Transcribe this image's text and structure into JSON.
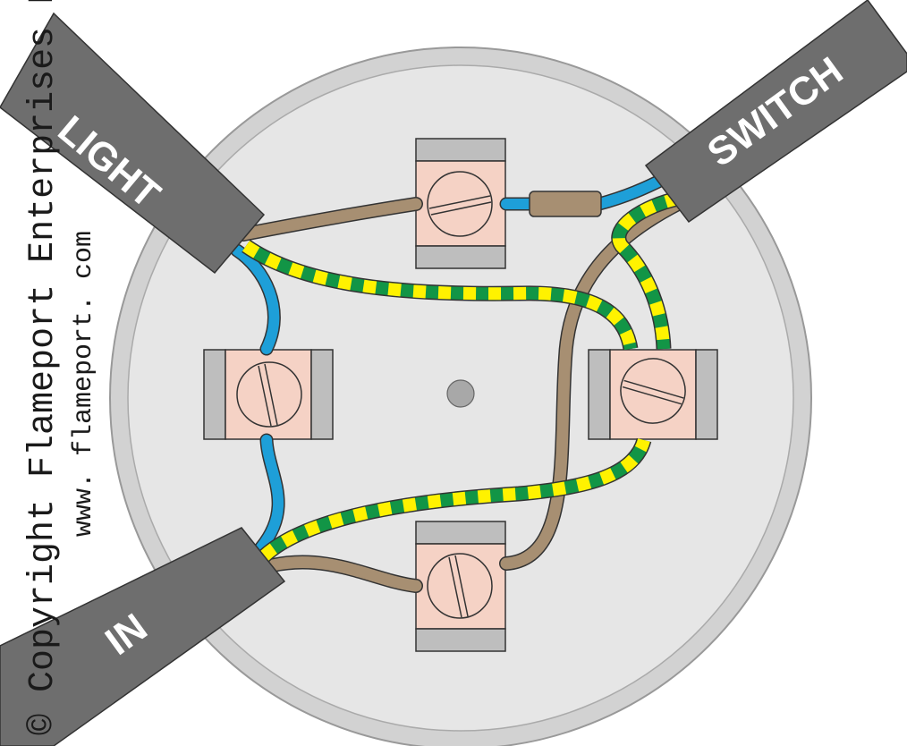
{
  "diagram": {
    "cables": {
      "light": "LIGHT",
      "switch": "SWITCH",
      "in": "IN"
    },
    "copyright": "© Copyright Flameport Enterprises Ltd",
    "website": "www. flameport. com",
    "colors": {
      "box_outer": "#d2d2d2",
      "box_inner": "#e5e5e5",
      "cable_sheath": "#6e6e6e",
      "brown_wire": "#a78f72",
      "blue_wire": "#1e9fd8",
      "earth_green": "#129546",
      "earth_yellow": "#fff200",
      "terminal_body": "#f5d2c5",
      "terminal_end": "#bebebe"
    }
  }
}
